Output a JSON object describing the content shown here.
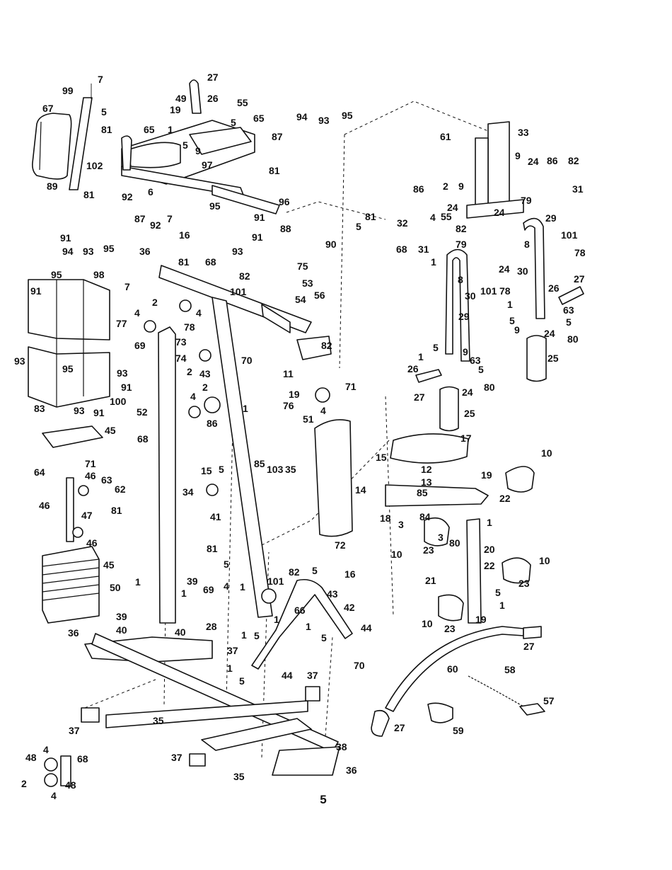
{
  "page_number": "5",
  "callouts": [
    {
      "id": "c7a",
      "text": "7"
    },
    {
      "id": "c99",
      "text": "99"
    },
    {
      "id": "c67",
      "text": "67"
    },
    {
      "id": "c5a",
      "text": "5"
    },
    {
      "id": "c81a",
      "text": "81"
    },
    {
      "id": "c102",
      "text": "102"
    },
    {
      "id": "c89",
      "text": "89"
    },
    {
      "id": "c81b",
      "text": "81"
    },
    {
      "id": "c27a",
      "text": "27"
    },
    {
      "id": "c26a",
      "text": "26"
    },
    {
      "id": "c49",
      "text": "49"
    },
    {
      "id": "c55a",
      "text": "55"
    },
    {
      "id": "c19a",
      "text": "19"
    },
    {
      "id": "c5b",
      "text": "5"
    },
    {
      "id": "c65a",
      "text": "65"
    },
    {
      "id": "c65b",
      "text": "65"
    },
    {
      "id": "c1a",
      "text": "1"
    },
    {
      "id": "c5c",
      "text": "5"
    },
    {
      "id": "c9a",
      "text": "9"
    },
    {
      "id": "c87a",
      "text": "87"
    },
    {
      "id": "c97",
      "text": "97"
    },
    {
      "id": "c81c",
      "text": "81"
    },
    {
      "id": "c92a",
      "text": "92"
    },
    {
      "id": "c6",
      "text": "6"
    },
    {
      "id": "c87b",
      "text": "87"
    },
    {
      "id": "c92b",
      "text": "92"
    },
    {
      "id": "c7b",
      "text": "7"
    },
    {
      "id": "c95a",
      "text": "95"
    },
    {
      "id": "c96",
      "text": "96"
    },
    {
      "id": "c16a",
      "text": "16"
    },
    {
      "id": "c91a",
      "text": "91"
    },
    {
      "id": "c88",
      "text": "88"
    },
    {
      "id": "c93a",
      "text": "93"
    },
    {
      "id": "c91b",
      "text": "91"
    },
    {
      "id": "c94a",
      "text": "94"
    },
    {
      "id": "c93b",
      "text": "93"
    },
    {
      "id": "c95b",
      "text": "95"
    },
    {
      "id": "c91c",
      "text": "91"
    },
    {
      "id": "c94b",
      "text": "94"
    },
    {
      "id": "c93c",
      "text": "93"
    },
    {
      "id": "c95c",
      "text": "95"
    },
    {
      "id": "c81d",
      "text": "81"
    },
    {
      "id": "c5d",
      "text": "5"
    },
    {
      "id": "c90",
      "text": "90"
    },
    {
      "id": "c61",
      "text": "61"
    },
    {
      "id": "c33",
      "text": "33"
    },
    {
      "id": "c9b",
      "text": "9"
    },
    {
      "id": "c24a",
      "text": "24"
    },
    {
      "id": "c86a",
      "text": "86"
    },
    {
      "id": "c82a",
      "text": "82"
    },
    {
      "id": "c31a",
      "text": "31"
    },
    {
      "id": "c86b",
      "text": "86"
    },
    {
      "id": "c2a",
      "text": "2"
    },
    {
      "id": "c9c",
      "text": "9"
    },
    {
      "id": "c24b",
      "text": "24"
    },
    {
      "id": "c79a",
      "text": "79"
    },
    {
      "id": "c4a",
      "text": "4"
    },
    {
      "id": "c55b",
      "text": "55"
    },
    {
      "id": "c24c",
      "text": "24"
    },
    {
      "id": "c32",
      "text": "32"
    },
    {
      "id": "c82b",
      "text": "82"
    },
    {
      "id": "c29a",
      "text": "29"
    },
    {
      "id": "c68a",
      "text": "68"
    },
    {
      "id": "c79b",
      "text": "79"
    },
    {
      "id": "c101a",
      "text": "101"
    },
    {
      "id": "c31b",
      "text": "31"
    },
    {
      "id": "c1b",
      "text": "1"
    },
    {
      "id": "c8a",
      "text": "8"
    },
    {
      "id": "c78a",
      "text": "78"
    },
    {
      "id": "c24d",
      "text": "24"
    },
    {
      "id": "c30a",
      "text": "30"
    },
    {
      "id": "c8b",
      "text": "8"
    },
    {
      "id": "c101b",
      "text": "101"
    },
    {
      "id": "c78b",
      "text": "78"
    },
    {
      "id": "c30b",
      "text": "30"
    },
    {
      "id": "c27b",
      "text": "27"
    },
    {
      "id": "c26b",
      "text": "26"
    },
    {
      "id": "c1c",
      "text": "1"
    },
    {
      "id": "c63a",
      "text": "63"
    },
    {
      "id": "c5e",
      "text": "5"
    },
    {
      "id": "c29b",
      "text": "29"
    },
    {
      "id": "c9d",
      "text": "9"
    },
    {
      "id": "c5f",
      "text": "5"
    },
    {
      "id": "c24e",
      "text": "24"
    },
    {
      "id": "c80a",
      "text": "80"
    },
    {
      "id": "c25a",
      "text": "25"
    },
    {
      "id": "c1d",
      "text": "1"
    },
    {
      "id": "c5g",
      "text": "5"
    },
    {
      "id": "c9e",
      "text": "9"
    },
    {
      "id": "c63b",
      "text": "63"
    },
    {
      "id": "c26c",
      "text": "26"
    },
    {
      "id": "c5h",
      "text": "5"
    },
    {
      "id": "c80b",
      "text": "80"
    },
    {
      "id": "c27c",
      "text": "27"
    },
    {
      "id": "c24f",
      "text": "24"
    },
    {
      "id": "c25b",
      "text": "25"
    },
    {
      "id": "c36a",
      "text": "36"
    },
    {
      "id": "c81e",
      "text": "81"
    },
    {
      "id": "c68b",
      "text": "68"
    },
    {
      "id": "c75",
      "text": "75"
    },
    {
      "id": "c82c",
      "text": "82"
    },
    {
      "id": "c101c",
      "text": "101"
    },
    {
      "id": "c7c",
      "text": "7"
    },
    {
      "id": "c53",
      "text": "53"
    },
    {
      "id": "c2b",
      "text": "2"
    },
    {
      "id": "c4b",
      "text": "4"
    },
    {
      "id": "c54",
      "text": "54"
    },
    {
      "id": "c56",
      "text": "56"
    },
    {
      "id": "c4c",
      "text": "4"
    },
    {
      "id": "c77",
      "text": "77"
    },
    {
      "id": "c69a",
      "text": "69"
    },
    {
      "id": "c78c",
      "text": "78"
    },
    {
      "id": "c82d",
      "text": "82"
    },
    {
      "id": "c73",
      "text": "73"
    },
    {
      "id": "c74",
      "text": "74"
    },
    {
      "id": "c70a",
      "text": "70"
    },
    {
      "id": "c2c",
      "text": "2"
    },
    {
      "id": "c11",
      "text": "11"
    },
    {
      "id": "c43a",
      "text": "43"
    },
    {
      "id": "c2d",
      "text": "2"
    },
    {
      "id": "c19b",
      "text": "19"
    },
    {
      "id": "c71a",
      "text": "71"
    },
    {
      "id": "c4d",
      "text": "4"
    },
    {
      "id": "c1e",
      "text": "1"
    },
    {
      "id": "c76",
      "text": "76"
    },
    {
      "id": "c4e",
      "text": "4"
    },
    {
      "id": "c52",
      "text": "52"
    },
    {
      "id": "c86c",
      "text": "86"
    },
    {
      "id": "c51",
      "text": "51"
    },
    {
      "id": "c68c",
      "text": "68"
    },
    {
      "id": "c95d",
      "text": "95"
    },
    {
      "id": "c98",
      "text": "98"
    },
    {
      "id": "c91d",
      "text": "91"
    },
    {
      "id": "c93d",
      "text": "93"
    },
    {
      "id": "c93e",
      "text": "93"
    },
    {
      "id": "c95e",
      "text": "95"
    },
    {
      "id": "c91e",
      "text": "91"
    },
    {
      "id": "c100",
      "text": "100"
    },
    {
      "id": "c83",
      "text": "83"
    },
    {
      "id": "c93f",
      "text": "93"
    },
    {
      "id": "c91f",
      "text": "91"
    },
    {
      "id": "c45a",
      "text": "45"
    },
    {
      "id": "c71b",
      "text": "71"
    },
    {
      "id": "c64",
      "text": "64"
    },
    {
      "id": "c46a",
      "text": "46"
    },
    {
      "id": "c63c",
      "text": "63"
    },
    {
      "id": "c62",
      "text": "62"
    },
    {
      "id": "c46b",
      "text": "46"
    },
    {
      "id": "c47",
      "text": "47"
    },
    {
      "id": "c81f",
      "text": "81"
    },
    {
      "id": "c46c",
      "text": "46"
    },
    {
      "id": "c45b",
      "text": "45"
    },
    {
      "id": "c50",
      "text": "50"
    },
    {
      "id": "c15a",
      "text": "15"
    },
    {
      "id": "c5i",
      "text": "5"
    },
    {
      "id": "c85a",
      "text": "85"
    },
    {
      "id": "c103",
      "text": "103"
    },
    {
      "id": "c35a",
      "text": "35"
    },
    {
      "id": "c34",
      "text": "34"
    },
    {
      "id": "c41",
      "text": "41"
    },
    {
      "id": "c72",
      "text": "72"
    },
    {
      "id": "c17",
      "text": "17"
    },
    {
      "id": "c15b",
      "text": "15"
    },
    {
      "id": "c12",
      "text": "12"
    },
    {
      "id": "c13",
      "text": "13"
    },
    {
      "id": "c85b",
      "text": "85"
    },
    {
      "id": "c10a",
      "text": "10"
    },
    {
      "id": "c19c",
      "text": "19"
    },
    {
      "id": "c14",
      "text": "14"
    },
    {
      "id": "c22a",
      "text": "22"
    },
    {
      "id": "c18",
      "text": "18"
    },
    {
      "id": "c84",
      "text": "84"
    },
    {
      "id": "c1f",
      "text": "1"
    },
    {
      "id": "c3a",
      "text": "3"
    },
    {
      "id": "c3b",
      "text": "3"
    },
    {
      "id": "c10b",
      "text": "10"
    },
    {
      "id": "c23a",
      "text": "23"
    },
    {
      "id": "c80c",
      "text": "80"
    },
    {
      "id": "c20",
      "text": "20"
    },
    {
      "id": "c81g",
      "text": "81"
    },
    {
      "id": "c5j",
      "text": "5"
    },
    {
      "id": "c1g",
      "text": "1"
    },
    {
      "id": "c82e",
      "text": "82"
    },
    {
      "id": "c5k",
      "text": "5"
    },
    {
      "id": "c101d",
      "text": "101"
    },
    {
      "id": "c16b",
      "text": "16"
    },
    {
      "id": "c4f",
      "text": "4"
    },
    {
      "id": "c43b",
      "text": "43"
    },
    {
      "id": "c22b",
      "text": "22"
    },
    {
      "id": "c10c",
      "text": "10"
    },
    {
      "id": "c21",
      "text": "21"
    },
    {
      "id": "c23b",
      "text": "23"
    },
    {
      "id": "c5l",
      "text": "5"
    },
    {
      "id": "c1h",
      "text": "1"
    },
    {
      "id": "c39a",
      "text": "39"
    },
    {
      "id": "c69b",
      "text": "69"
    },
    {
      "id": "c42",
      "text": "42"
    },
    {
      "id": "c66",
      "text": "66"
    },
    {
      "id": "c1i",
      "text": "1"
    },
    {
      "id": "c1j",
      "text": "1"
    },
    {
      "id": "c1k",
      "text": "1"
    },
    {
      "id": "c28",
      "text": "28"
    },
    {
      "id": "c39b",
      "text": "39"
    },
    {
      "id": "c40a",
      "text": "40"
    },
    {
      "id": "c40b",
      "text": "40"
    },
    {
      "id": "c37a",
      "text": "37"
    },
    {
      "id": "c1l",
      "text": "1"
    },
    {
      "id": "c5m",
      "text": "5"
    },
    {
      "id": "c1m",
      "text": "1"
    },
    {
      "id": "c5n",
      "text": "5"
    },
    {
      "id": "c44a",
      "text": "44"
    },
    {
      "id": "c10d",
      "text": "10"
    },
    {
      "id": "c23c",
      "text": "23"
    },
    {
      "id": "c19d",
      "text": "19"
    },
    {
      "id": "c27d",
      "text": "27"
    },
    {
      "id": "c36b",
      "text": "36"
    },
    {
      "id": "c1n",
      "text": "1"
    },
    {
      "id": "c5o",
      "text": "5"
    },
    {
      "id": "c44b",
      "text": "44"
    },
    {
      "id": "c70b",
      "text": "70"
    },
    {
      "id": "c60",
      "text": "60"
    },
    {
      "id": "c58",
      "text": "58"
    },
    {
      "id": "c37b",
      "text": "37"
    },
    {
      "id": "c57",
      "text": "57"
    },
    {
      "id": "c37c",
      "text": "37"
    },
    {
      "id": "c35b",
      "text": "35"
    },
    {
      "id": "c27e",
      "text": "27"
    },
    {
      "id": "c59",
      "text": "59"
    },
    {
      "id": "c38",
      "text": "38"
    },
    {
      "id": "c48a",
      "text": "48"
    },
    {
      "id": "c4g",
      "text": "4"
    },
    {
      "id": "c68d",
      "text": "68"
    },
    {
      "id": "c2e",
      "text": "2"
    },
    {
      "id": "c48b",
      "text": "48"
    },
    {
      "id": "c4h",
      "text": "4"
    },
    {
      "id": "c37d",
      "text": "37"
    },
    {
      "id": "c35c",
      "text": "35"
    },
    {
      "id": "c36c",
      "text": "36"
    }
  ]
}
